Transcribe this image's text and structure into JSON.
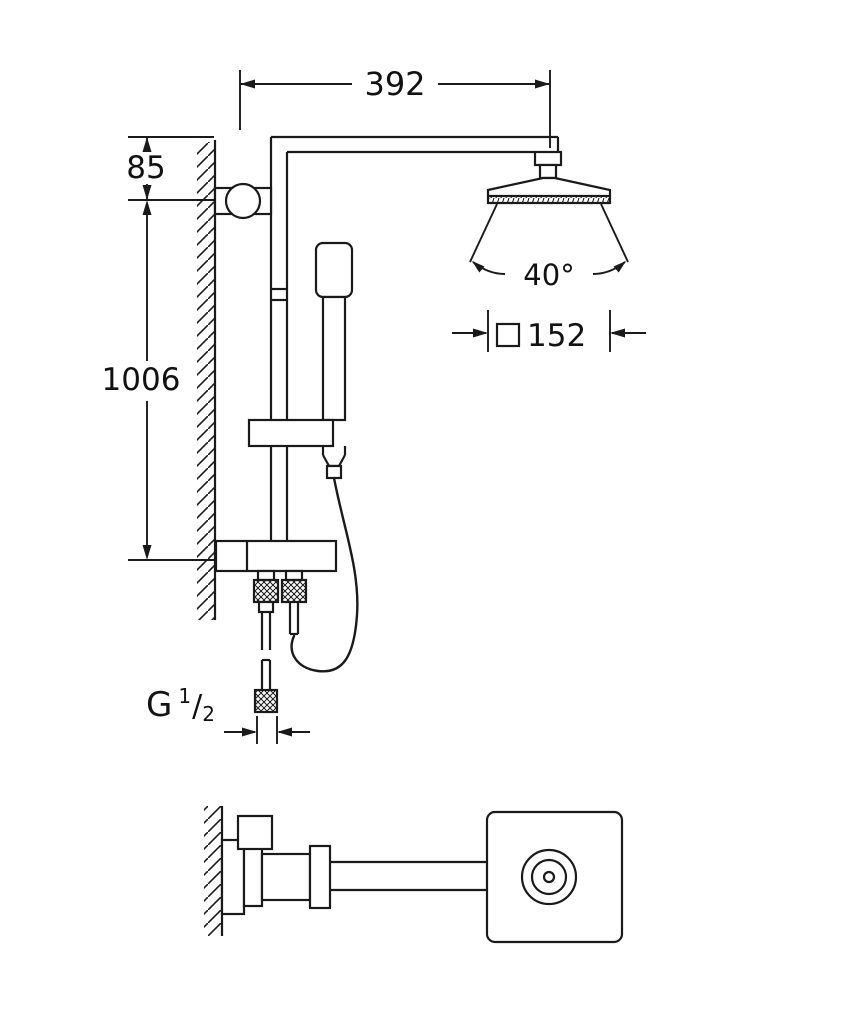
{
  "page": {
    "background": "#ffffff",
    "line_color": "#1a1a1a"
  },
  "drawing": {
    "type": "technical-dimension-diagram",
    "subject": "shower-system-with-head-shower-and-hand-shower",
    "views": [
      "front-elevation",
      "top-plan"
    ]
  },
  "dimensions": {
    "top_width": "392",
    "wall_offset": "85",
    "rail_height": "1006",
    "spray_angle": "40°",
    "head_size": "152",
    "thread_base": "G",
    "thread_sup": "1",
    "thread_slash": "/",
    "thread_sub": "2"
  }
}
